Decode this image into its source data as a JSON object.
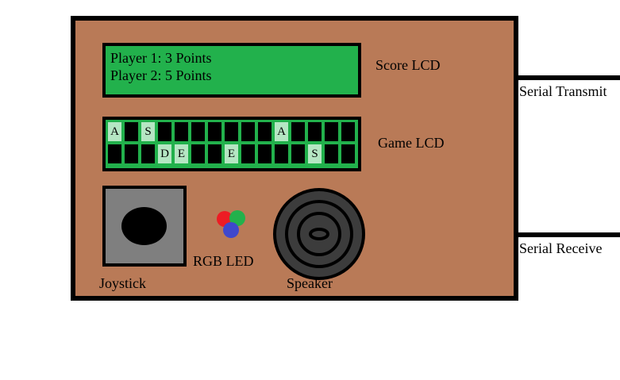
{
  "labels": {
    "score_lcd": "Score LCD",
    "game_lcd": "Game LCD",
    "joystick": "Joystick",
    "rgb_led": "RGB LED",
    "speaker": "Speaker",
    "serial_transmit": "Serial Transmit",
    "serial_receive": "Serial Receive"
  },
  "score_lcd": {
    "lines": [
      "Player 1: 3 Points",
      "Player 2: 5 Points"
    ]
  },
  "game_lcd": {
    "row1": [
      "A",
      "",
      "S",
      "",
      "",
      "",
      "",
      "",
      "",
      "",
      "A",
      "",
      "",
      "",
      ""
    ],
    "row2": [
      "",
      "",
      "",
      "D",
      "E",
      "",
      "",
      "E",
      "",
      "",
      "",
      "",
      "S",
      "",
      ""
    ]
  },
  "colors": {
    "board": "#b97a57",
    "lcd": "#22b14c",
    "led_red": "#ed1c24",
    "led_green": "#22b14c",
    "led_blue": "#3f48cc",
    "joystick": "#7f7f7f"
  }
}
